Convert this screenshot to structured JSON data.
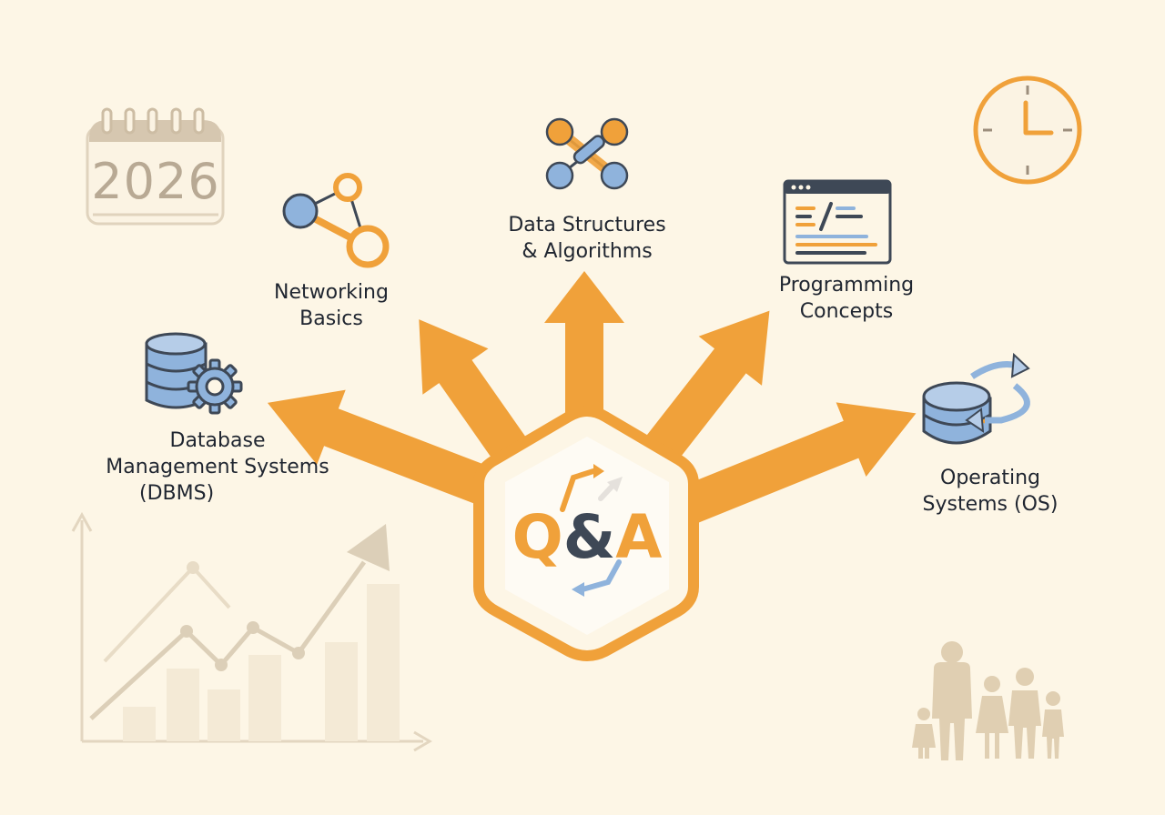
{
  "center": {
    "label_q": "Q",
    "label_amp": "&",
    "label_a": "A"
  },
  "topics": [
    {
      "id": "dbms",
      "lines": [
        "Database",
        "Management Systems",
        "(DBMS)"
      ],
      "icon": "database-gear-icon"
    },
    {
      "id": "networking",
      "lines": [
        "Networking",
        "Basics"
      ],
      "icon": "network-nodes-icon"
    },
    {
      "id": "dsa",
      "lines": [
        "Data Structures",
        "& Algorithms"
      ],
      "icon": "linked-nodes-icon"
    },
    {
      "id": "programming",
      "lines": [
        "Programming",
        "Concepts"
      ],
      "icon": "code-window-icon"
    },
    {
      "id": "os",
      "lines": [
        "Operating",
        "Systems (OS)"
      ],
      "icon": "os-sync-icon"
    }
  ],
  "decor": {
    "calendar_year": "2026",
    "icons": [
      "calendar-icon",
      "clock-icon",
      "growth-chart-icon",
      "family-silhouette-icon"
    ]
  },
  "colors": {
    "background": "#fdf6e6",
    "orange": "#f0a13a",
    "blue": "#8fb3dc",
    "navy": "#3e4856",
    "faded": "#e8dcc6"
  }
}
